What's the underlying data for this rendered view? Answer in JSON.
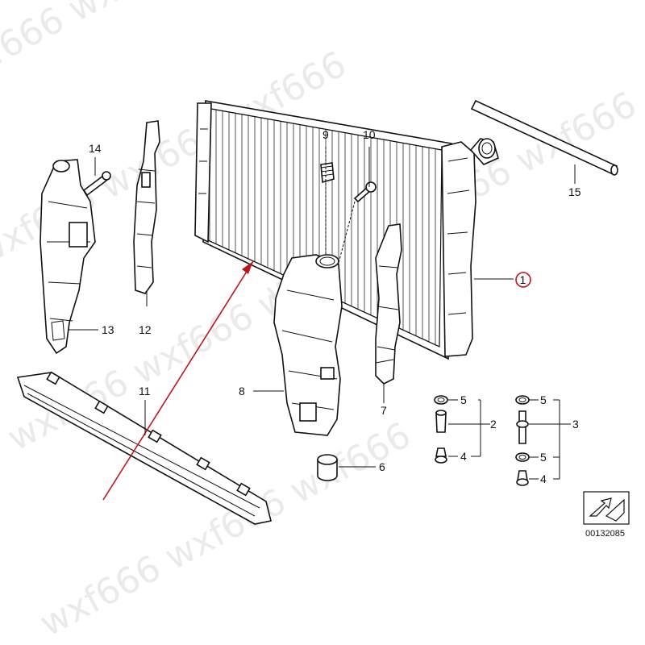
{
  "watermark": "wxf666 wxf666 wxf666",
  "document_number": "00132085",
  "highlight_color": "#c0141c",
  "callouts": {
    "c1": "1",
    "c2": "2",
    "c3": "3",
    "c4a": "4",
    "c4b": "4",
    "c5a": "5",
    "c5b": "5",
    "c5c": "5",
    "c6": "6",
    "c7": "7",
    "c8": "8",
    "c9": "9",
    "c10": "10",
    "c11": "11",
    "c12": "12",
    "c13": "13",
    "c14": "14",
    "c15": "15"
  }
}
